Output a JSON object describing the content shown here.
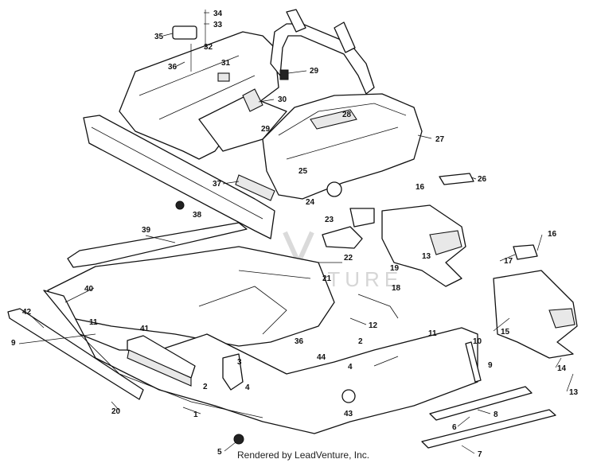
{
  "watermark": "LEADVENTURE",
  "credit": "Rendered by LeadVenture, Inc.",
  "callouts": [
    "34",
    "33",
    "35",
    "32",
    "36",
    "31",
    "29",
    "30",
    "28",
    "29",
    "27",
    "26",
    "25",
    "37",
    "24",
    "16",
    "38",
    "23",
    "39",
    "22",
    "21",
    "19",
    "13",
    "18",
    "40",
    "42",
    "11",
    "12",
    "17",
    "16",
    "15",
    "11",
    "41",
    "9",
    "36",
    "44",
    "2",
    "3",
    "10",
    "9",
    "4",
    "4",
    "2",
    "14",
    "1",
    "13",
    "20",
    "8",
    "43",
    "6",
    "7",
    "5"
  ]
}
